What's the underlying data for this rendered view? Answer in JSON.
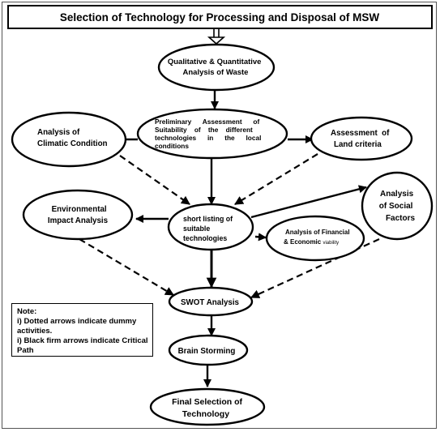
{
  "title": "Selection of Technology for Processing and Disposal of MSW",
  "nodes": {
    "qq_analysis": [
      "Qualitative & Quantitative",
      "Analysis of Waste"
    ],
    "preliminary": [
      "Preliminary      Assessment      of",
      "Suitability    of    the    different",
      "technologies      in      the      local",
      "conditions"
    ],
    "climatic": [
      "Analysis of",
      "Climatic Condition"
    ],
    "land": [
      "Assessment  of",
      "Land criteria"
    ],
    "environmental": [
      "Environmental",
      "Impact Analysis"
    ],
    "short_listing": [
      "short listing of",
      "suitable",
      "technologies"
    ],
    "social": [
      "Analysis",
      "of Social",
      "Factors"
    ],
    "financial": [
      "Analysis of Financial",
      "& Economic "
    ],
    "financial_small": "viability",
    "swot": "SWOT Analysis",
    "brainstorm": "Brain Storming",
    "final": [
      "Final Selection of",
      "Technology"
    ]
  },
  "note": {
    "heading": "Note:",
    "lines": [
      "i) Dotted arrows indicate dummy",
      "activities.",
      "i) Black firm arrows indicate Critical",
      "Path"
    ]
  }
}
